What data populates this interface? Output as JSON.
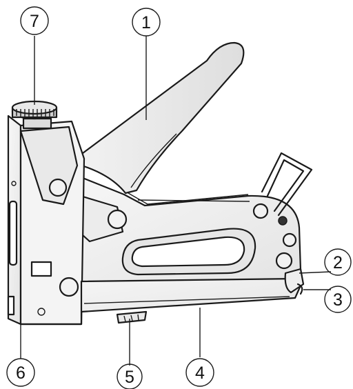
{
  "callouts": [
    {
      "id": "c1",
      "number": "1"
    },
    {
      "id": "c2",
      "number": "2"
    },
    {
      "id": "c3",
      "number": "3"
    },
    {
      "id": "c4",
      "number": "4"
    },
    {
      "id": "c5",
      "number": "5"
    },
    {
      "id": "c6",
      "number": "6"
    },
    {
      "id": "c7",
      "number": "7"
    }
  ],
  "colors": {
    "body_fill": "#f2f2f2",
    "shade_fill": "#dcdcdc",
    "outline": "#1a1a1a"
  }
}
